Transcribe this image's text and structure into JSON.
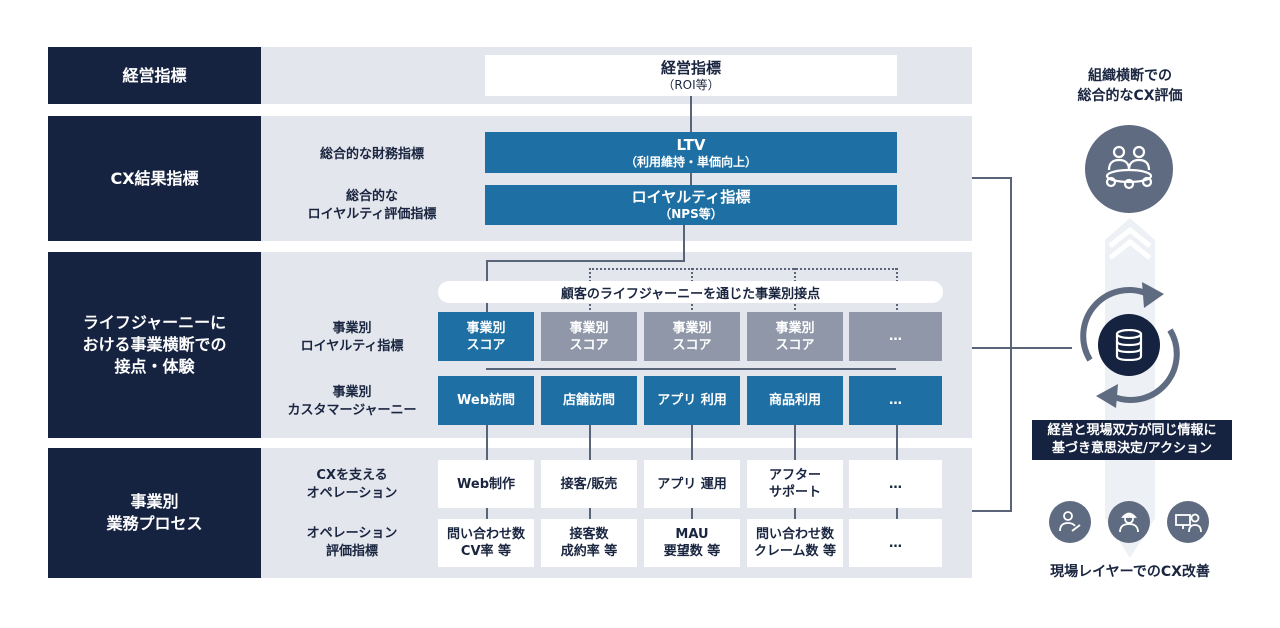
{
  "rows": [
    {
      "label": "経営指標"
    },
    {
      "label": "CX結果指標"
    },
    {
      "label": "ライフジャーニーに\nおける事業横断での\n接点・体験"
    },
    {
      "label": "事業別\n業務プロセス"
    }
  ],
  "sublabels": {
    "financial": "総合的な財務指標",
    "loyalty": "総合的な\nロイヤルティ評価指標",
    "biz_loyalty": "事業別\nロイヤルティ指標",
    "biz_journey": "事業別\nカスタマージャーニー",
    "ops": "CXを支える\nオペレーション",
    "ops_metric": "オペレーション\n評価指標"
  },
  "top_box": {
    "title": "経営指標",
    "sub": "（ROI等）"
  },
  "ltv": {
    "title": "LTV",
    "sub": "（利用維持・単価向上）"
  },
  "loyalty_box": {
    "title": "ロイヤルティ指標",
    "sub": "（NPS等）"
  },
  "touchpoint_pill": "顧客のライフジャーニーを通じた事業別接点",
  "scores": [
    "事業別\nスコア",
    "事業別\nスコア",
    "事業別\nスコア",
    "事業別\nスコア",
    "…"
  ],
  "journeys": [
    "Web訪問",
    "店舗訪問",
    "アプリ 利用",
    "商品利用",
    "…"
  ],
  "operations": [
    "Web制作",
    "接客/販売",
    "アプリ 運用",
    "アフター\nサポート",
    "…"
  ],
  "op_metrics": [
    "問い合わせ数\nCV率 等",
    "接客数\n成約率 等",
    "MAU\n要望数 等",
    "問い合わせ数\nクレーム数 等",
    "…"
  ],
  "right": {
    "top_label": "組織横断での\n総合的なCX評価",
    "banner": "経営と現場双方が同じ情報に\n基づき意思決定/アクション",
    "bottom_label": "現場レイヤーでのCX改善"
  },
  "icons": {
    "group": "group-meeting-icon",
    "database": "database-icon",
    "cycle": "cycle-arrows-icon",
    "person1": "person-writing-icon",
    "person2": "worker-icon",
    "person3": "operator-screen-icon"
  },
  "colors": {
    "navy": "#152240",
    "blue": "#1e6fa3",
    "gray": "#8f97a8",
    "band": "#e3e6ec",
    "icon": "#5f6b80"
  }
}
